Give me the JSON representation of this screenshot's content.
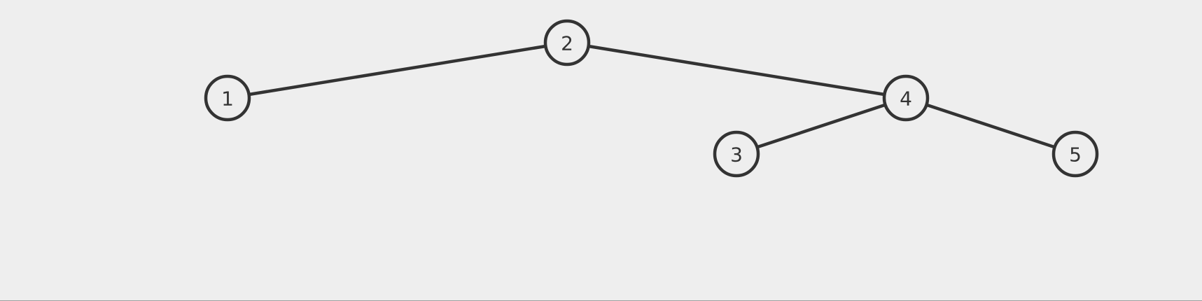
{
  "tree": {
    "node_ids": [
      "1",
      "2",
      "3",
      "4",
      "5"
    ],
    "nodes": [
      {
        "id": "1",
        "label": "1"
      },
      {
        "id": "2",
        "label": "2"
      },
      {
        "id": "3",
        "label": "3"
      },
      {
        "id": "4",
        "label": "4"
      },
      {
        "id": "5",
        "label": "5"
      }
    ],
    "edges": [
      {
        "from": "2",
        "to": "1"
      },
      {
        "from": "2",
        "to": "4"
      },
      {
        "from": "4",
        "to": "3"
      },
      {
        "from": "4",
        "to": "5"
      }
    ],
    "colors": {
      "background": "#eeeeee",
      "stroke": "#333333",
      "text": "#333333"
    }
  }
}
